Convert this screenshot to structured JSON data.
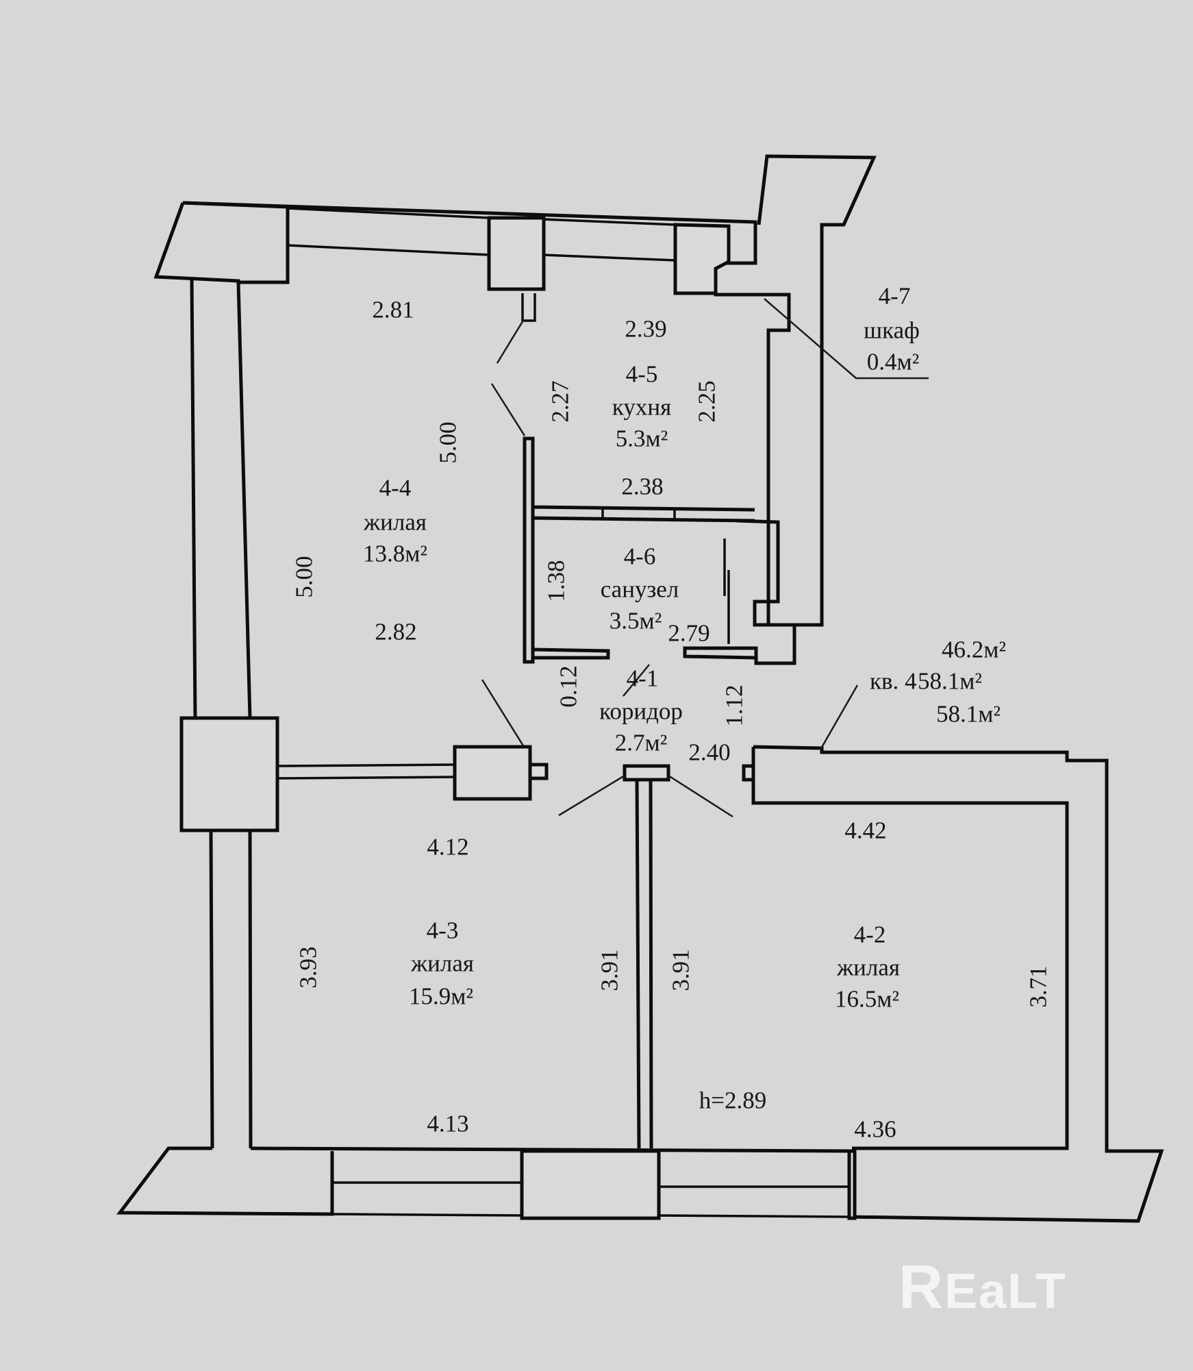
{
  "rooms": [
    {
      "id": "4-4",
      "type": "жилая",
      "area": "13.8м²"
    },
    {
      "id": "4-5",
      "type": "кухня",
      "area": "5.3м²"
    },
    {
      "id": "4-6",
      "type": "санузел",
      "area": "3.5м²"
    },
    {
      "id": "4-7",
      "type": "шкаф",
      "area": "0.4м²"
    },
    {
      "id": "4-1",
      "type": "коридор",
      "area": "2.7м²"
    },
    {
      "id": "4-3",
      "type": "жилая",
      "area": "15.9м²"
    },
    {
      "id": "4-2",
      "type": "жилая",
      "area": "16.5м²"
    }
  ],
  "dimensions": {
    "d281": "2.81",
    "d239": "2.39",
    "d227": "2.27",
    "d225": "2.25",
    "d500a": "5.00",
    "d500b": "5.00",
    "d238": "2.38",
    "d138": "1.38",
    "d282": "2.82",
    "d279": "2.79",
    "d012": "0.12",
    "d112": "1.12",
    "d240": "2.40",
    "d412": "4.12",
    "d442": "4.42",
    "d393": "3.93",
    "d391a": "3.91",
    "d391b": "3.91",
    "d371": "3.71",
    "d413": "4.13",
    "d436": "4.36"
  },
  "summary": {
    "living_area": "46.2м²",
    "apartment": "кв. 4",
    "total_area": "58.1м²",
    "total_area_2": "58.1м²"
  },
  "ceiling_height": "h=2.89",
  "watermark": {
    "part1": "R",
    "part2": "EaLT"
  }
}
